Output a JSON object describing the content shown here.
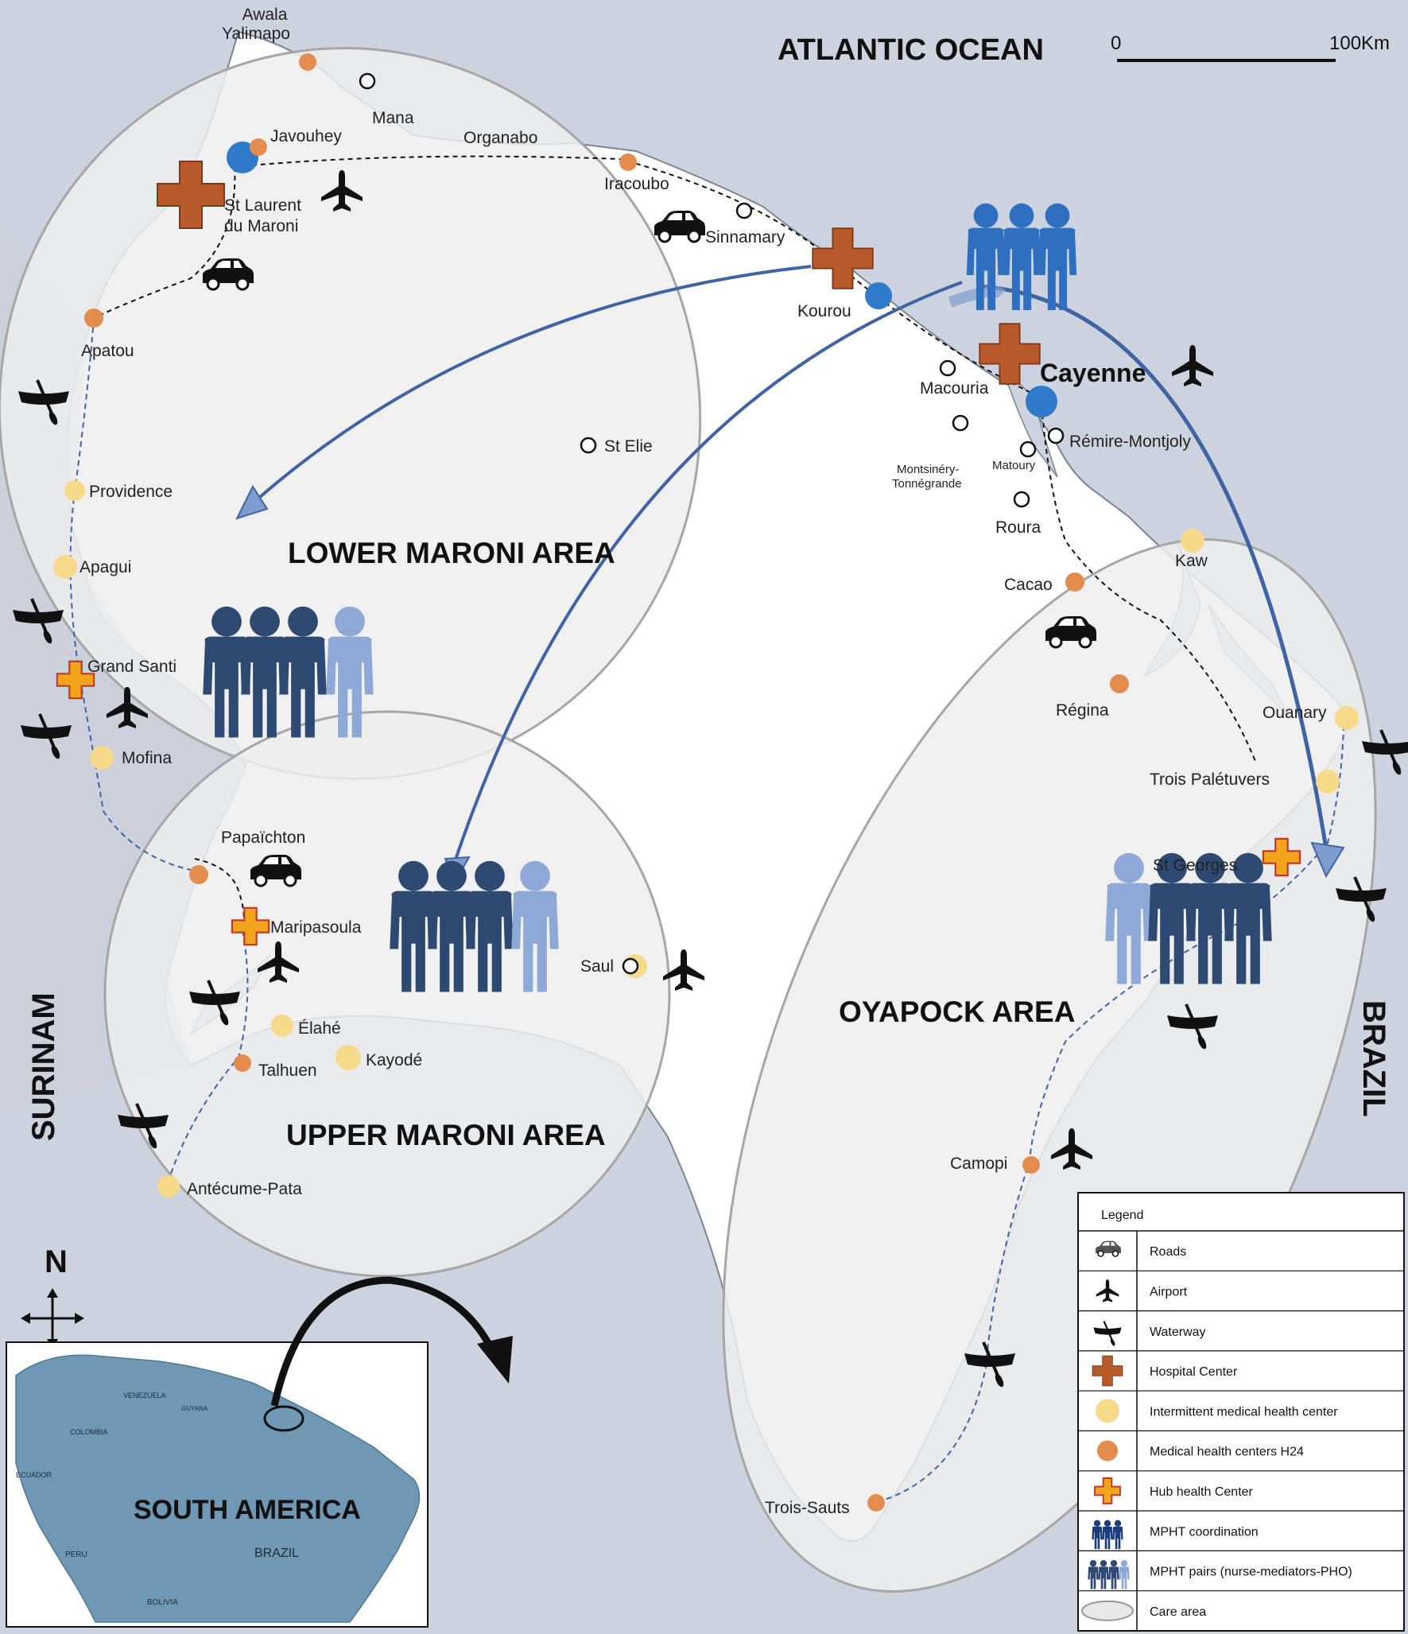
{
  "colors": {
    "ocean": "#cdd3de",
    "land": "#ffffff",
    "area_fill": "#eeeeee",
    "area_stroke": "#a6a6a6",
    "hospital": "#b85a2a",
    "hub": "#f2a51c",
    "intermittent": "#f7d98a",
    "h24": "#e38c4e",
    "airport_dot": "#2f7bc9",
    "arrow": "#3f63a3",
    "team_dark": "#2e4a72",
    "team_light": "#8fa9d6",
    "inset_land": "#6f98b4"
  },
  "labels": {
    "ocean": "ATLANTIC OCEAN",
    "surinam": "SURINAM",
    "brazil": "BRAZIL",
    "north": "N",
    "scale_zero": "0",
    "scale_max": "100Km"
  },
  "areas": {
    "lower": "LOWER MARONI AREA",
    "upper": "UPPER MARONI AREA",
    "oyapock": "OYAPOCK AREA"
  },
  "places": {
    "awala": "Awala Yalimapo",
    "mana": "Mana",
    "javouhey": "Javouhey",
    "organabo": "Organabo",
    "iracoubo": "Iracoubo",
    "sinnamary": "Sinnamary",
    "st_laurent": "St Laurent du Maroni",
    "kourou": "Kourou",
    "cayenne": "Cayenne",
    "macouria": "Macouria",
    "remire": "Rémire-Montjoly",
    "montsinery": "Montsinéry-Tonnégrande",
    "matoury": "Matoury",
    "roura": "Roura",
    "kaw": "Kaw",
    "cacao": "Cacao",
    "regina": "Régina",
    "ouanary": "Ouanary",
    "trois_paletuvers": "Trois Palétuvers",
    "st_georges": "St Georges",
    "camopi": "Camopi",
    "trois_sauts": "Trois-Sauts",
    "apatou": "Apatou",
    "st_elie": "St Elie",
    "providence": "Providence",
    "apagui": "Apagui",
    "grand_santi": "Grand Santi",
    "mofina": "Mofina",
    "papaichton": "Papaïchton",
    "maripasoula": "Maripasoula",
    "saul": "Saul",
    "elahe": "Élahé",
    "kayode": "Kayodé",
    "talhuen": "Talhuen",
    "antecume": "Antécume-Pata"
  },
  "inset": {
    "title": "SOUTH AMERICA",
    "countries": [
      "VENEZUELA",
      "GUYANA",
      "COLOMBIA",
      "ECUADOR",
      "PERU",
      "BRAZIL",
      "BOLIVIA"
    ]
  },
  "legend": {
    "title": "Legend",
    "items": [
      {
        "icon": "car-icon",
        "label": "Roads"
      },
      {
        "icon": "plane-icon",
        "label": "Airport"
      },
      {
        "icon": "canoe-icon",
        "label": "Waterway"
      },
      {
        "icon": "hospital-cross-icon",
        "label": "Hospital Center"
      },
      {
        "icon": "intermittent-dot-icon",
        "label": "Intermittent medical health center"
      },
      {
        "icon": "h24-dot-icon",
        "label": "Medical health centers H24"
      },
      {
        "icon": "hub-cross-icon",
        "label": "Hub health Center"
      },
      {
        "icon": "coordination-team-icon",
        "label": "MPHT coordination"
      },
      {
        "icon": "pairs-team-icon",
        "label": "MPHT pairs (nurse-mediators-PHO)"
      },
      {
        "icon": "care-area-ellipse-icon",
        "label": "Care area"
      }
    ]
  }
}
